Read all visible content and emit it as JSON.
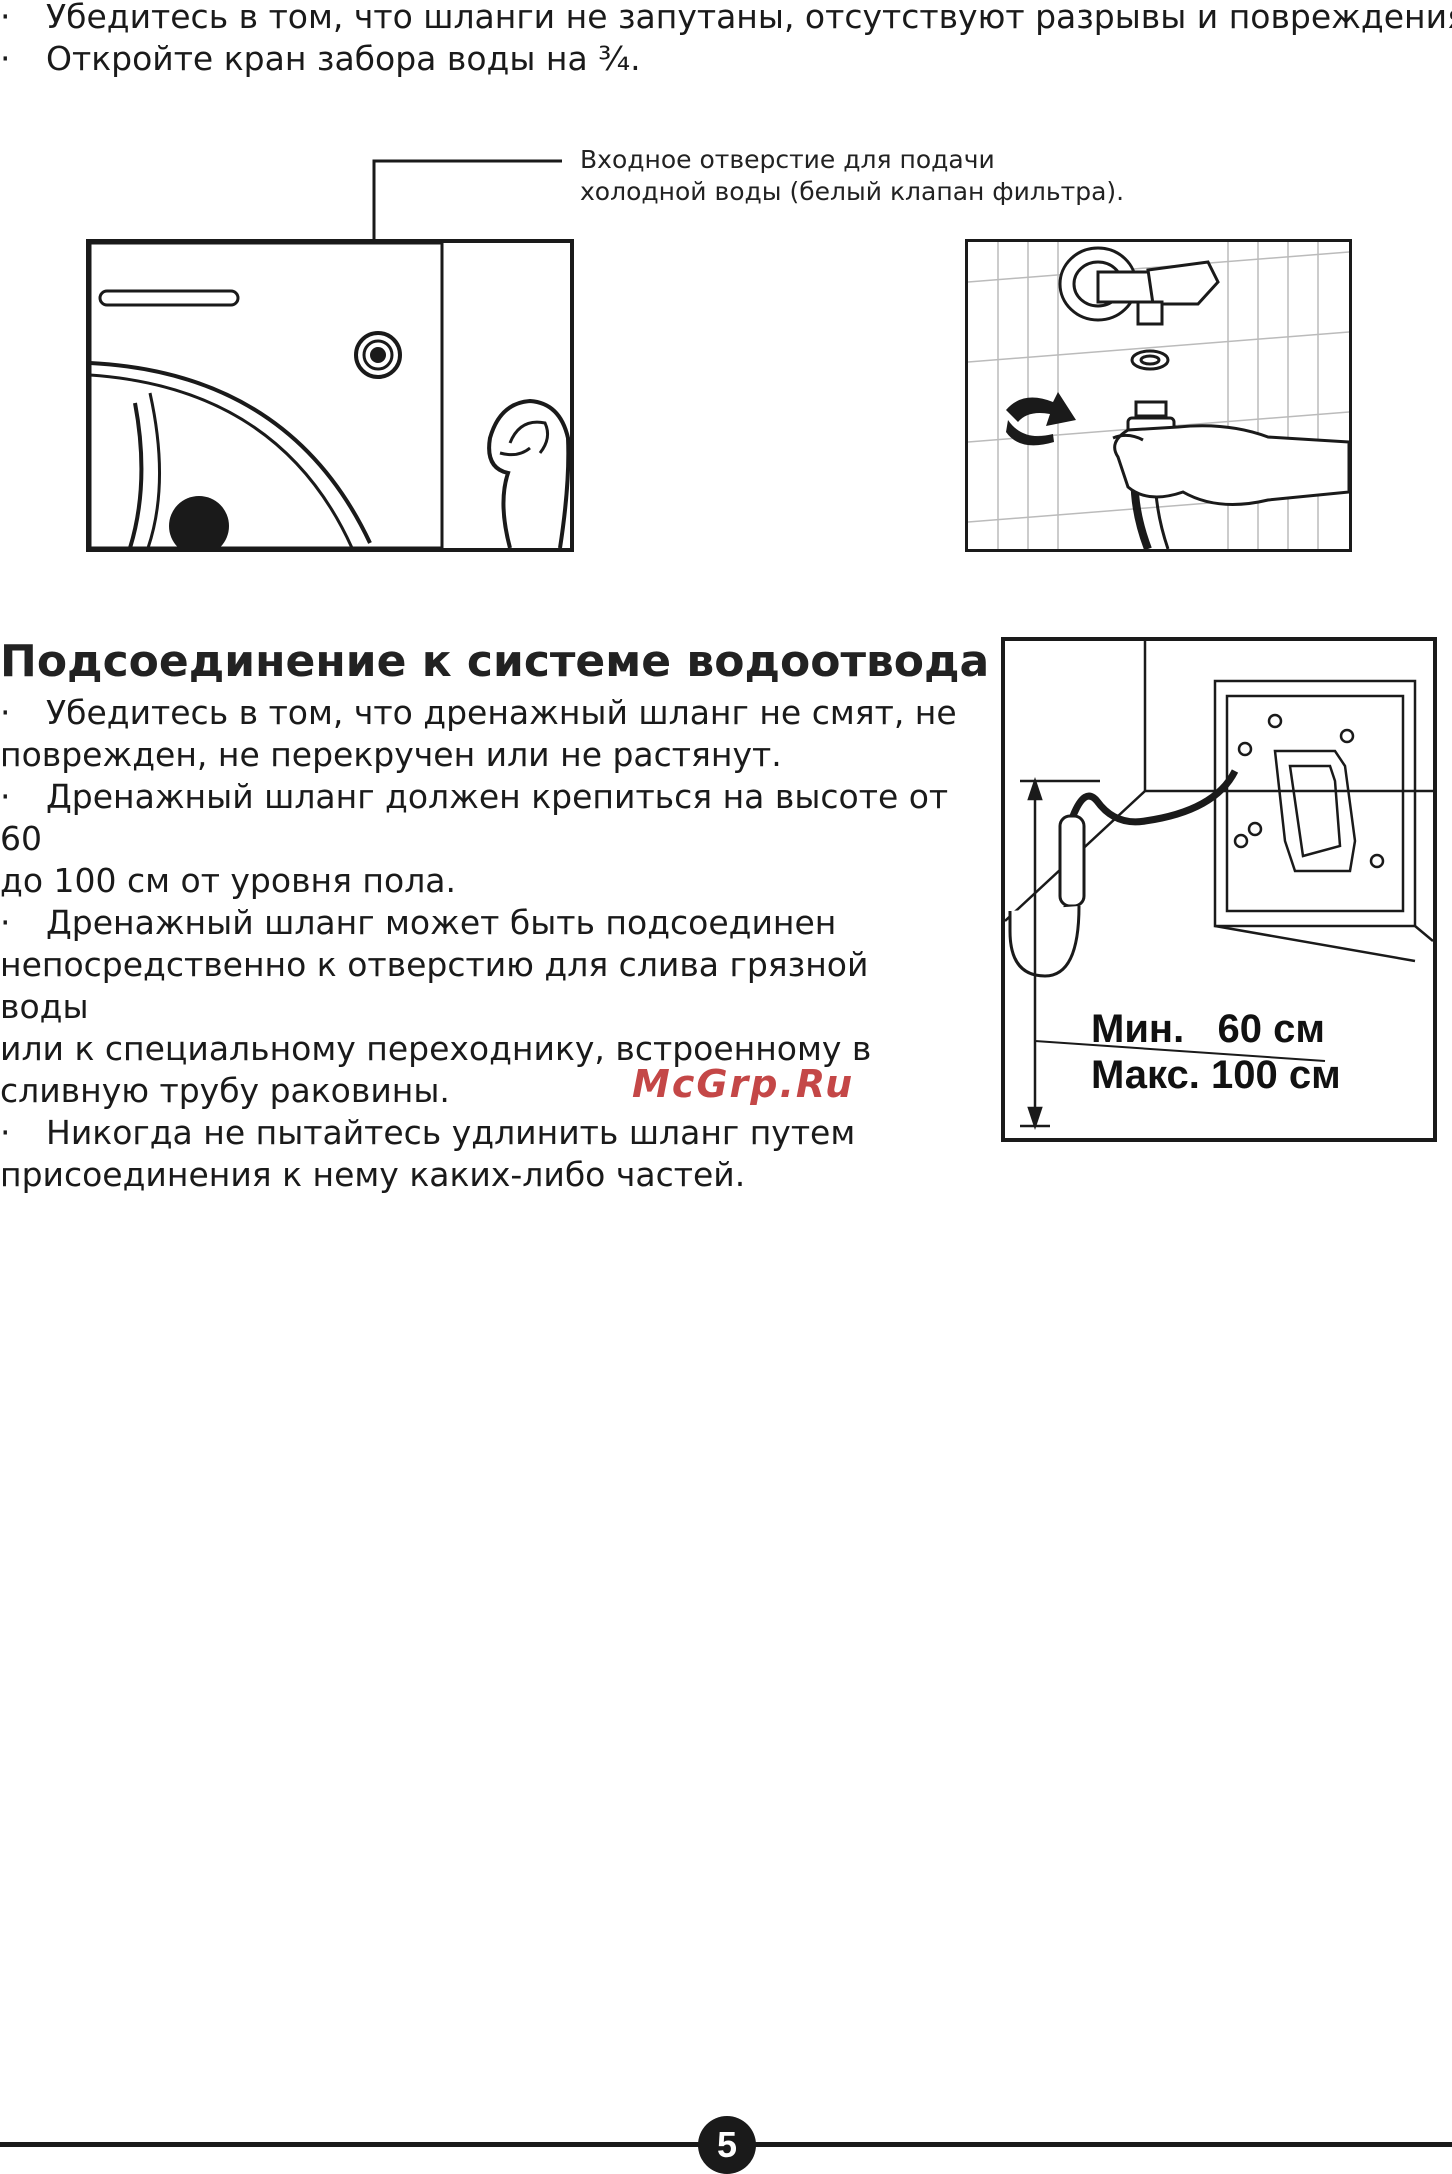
{
  "top_bullets": [
    {
      "marker": "·",
      "text": "Убедитесь в том, что шланги не запутаны, отсутствуют разрывы и повреждения."
    },
    {
      "marker": "·",
      "text": "Откройте кран забора воды на ¾."
    }
  ],
  "inlet_callout": {
    "line1": "Входное отверстие для подачи",
    "line2": "холодной воды (белый клапан фильтра)."
  },
  "drain_section": {
    "title": "Подсоединение к системе водоотвода",
    "paragraphs": [
      {
        "marker": "·",
        "first": "Убедитесь в том, что дренажный шланг не смят, не",
        "rest": [
          "поврежден, не перекручен или не растянут."
        ]
      },
      {
        "marker": "·",
        "first": "Дренажный шланг должен крепиться на высоте от 60",
        "rest": [
          "до 100 см от уровня пола."
        ]
      },
      {
        "marker": "·",
        "first": "Дренажный шланг может быть подсоединен",
        "rest": [
          "непосредственно к отверстию для слива грязной воды",
          "или к специальному переходнику, встроенному в",
          "сливную трубу раковины."
        ]
      },
      {
        "marker": "·",
        "first": "Никогда не пытайтесь удлинить шланг путем",
        "rest": [
          "присоединения к нему каких-либо частей."
        ]
      }
    ]
  },
  "drain_figure": {
    "min_label": "Мин.   60 см",
    "max_label": "Макс. 100 см"
  },
  "watermark": "McGrp.Ru",
  "page_number": "5",
  "colors": {
    "ink": "#1a1a1a",
    "watermark": "#c03838"
  }
}
